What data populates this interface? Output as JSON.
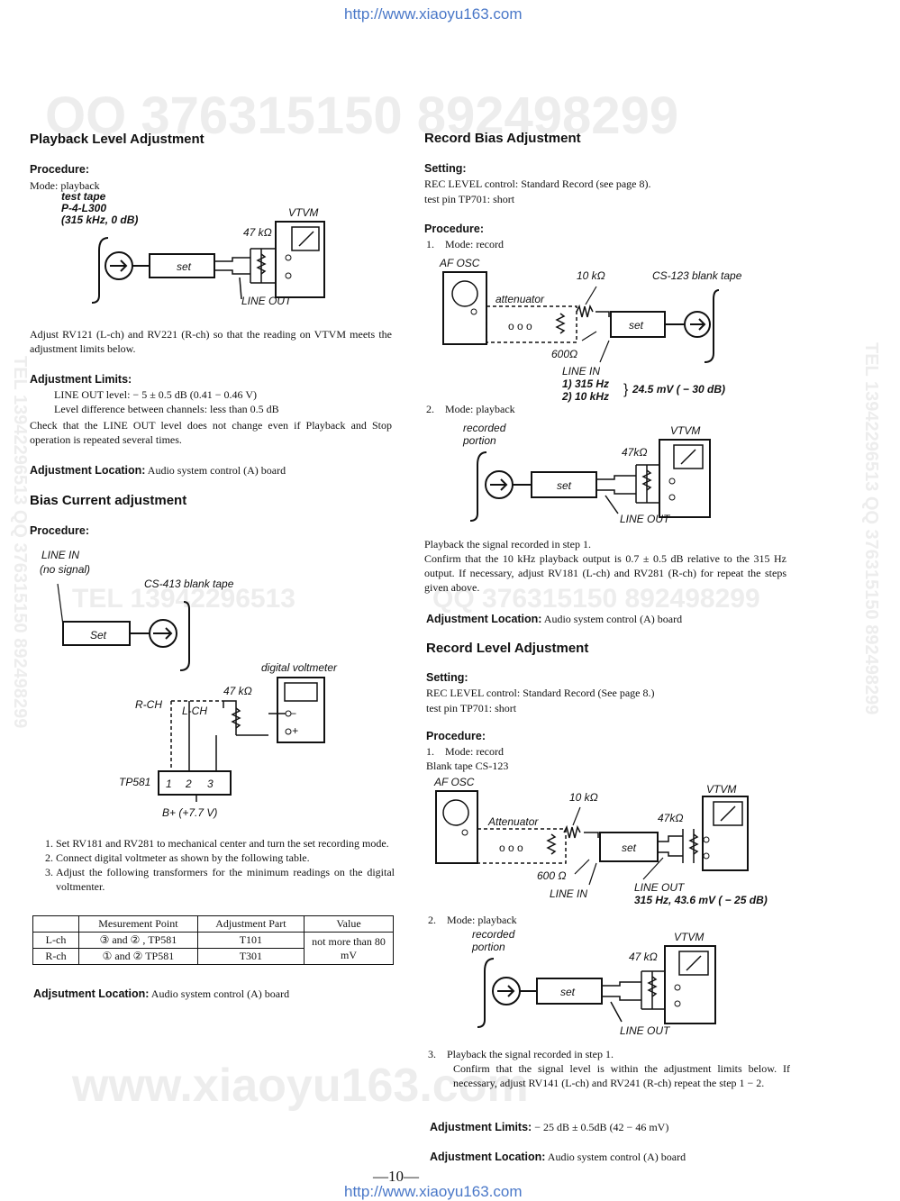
{
  "header_url": "http://www.xiaoyu163.com",
  "footer_url": "http://www.xiaoyu163.com",
  "page_number": "—10—",
  "watermarks": {
    "top": "QQ 376315150   892498299",
    "mid_left": "TEL 13942296513",
    "mid_right": "QQ 376315150  892498299",
    "bottom": "www.xiaoyu163.com",
    "side_left": "TEL 13942296513  QQ 376315150  892498299",
    "side_right": "TEL 13942296513  QQ 376315150  892498299"
  },
  "playback_level": {
    "title": "Playback Level Adjustment",
    "procedure_label": "Procedure:",
    "mode": "Mode: playback",
    "diagram": {
      "tape": "test tape",
      "tape_code": "P-4-L300",
      "tape_spec": "(315 kHz, 0 dB)",
      "vtvm": "VTVM",
      "resistor": "47 kΩ",
      "set": "set",
      "line_out": "LINE  OUT"
    },
    "body": "Adjust RV121 (L-ch) and RV221 (R-ch) so that the reading on VTVM meets the adjustment limits below.",
    "limits_label": "Adjustment Limits:",
    "limit1": "LINE OUT level: − 5 ± 0.5 dB (0.41 − 0.46 V)",
    "limit2": "Level difference between channels: less than 0.5 dB",
    "check": "Check that the LINE OUT level does not change even if Playback and Stop operation is repeated several times.",
    "location_label": "Adjustment Location:",
    "location_value": " Audio system control (A) board"
  },
  "bias_current": {
    "title": "Bias Current adjustment",
    "procedure_label": "Procedure:",
    "diagram": {
      "line_in": "LINE  IN",
      "no_signal": "(no signal)",
      "tape": "CS-413 blank tape",
      "set": "Set",
      "digital_voltmeter": "digital voltmeter",
      "resistor": "47 kΩ",
      "rch": "R-CH",
      "lch": "L-CH",
      "tp": "TP581",
      "pins": [
        "1",
        "2",
        "3"
      ],
      "minus": "−",
      "plus": "+",
      "bplus": "B+ (+7.7 V)"
    },
    "steps": [
      "Set RV181 and RV281 to mechanical center and turn the set recording mode.",
      "Connect digital voltmeter as shown by the following table.",
      "Adjust the following transformers for the minimum readings on the digital voltmenter."
    ],
    "table": {
      "headers": [
        "",
        "Mesurement Point",
        "Adjustment Part",
        "Value"
      ],
      "rows": [
        [
          "L-ch",
          "③ and ② , TP581",
          "T101"
        ],
        [
          "R-ch",
          "① and ② TP581",
          "T301"
        ]
      ],
      "value": "not more than 80 mV"
    },
    "location_label": "Adjsutment Location:",
    "location_value": " Audio system control (A) board"
  },
  "record_bias": {
    "title": "Record Bias Adjustment",
    "setting_label": "Setting:",
    "setting1": "REC LEVEL control: Standard Record (see page 8).",
    "setting2": "test pin TP701: short",
    "procedure_label": "Procedure:",
    "step1": "Mode: record",
    "diagram1": {
      "af_osc": "AF  OSC",
      "r10k": "10 kΩ",
      "tape": "CS-123 blank tape",
      "attenuator": "attenuator",
      "set": "set",
      "r600": "600Ω",
      "line_in": "LINE  IN",
      "f1": "1) 315 Hz",
      "f2": "2) 10 kHz",
      "level": "24.5 mV ( − 30 dB)"
    },
    "step2": "Mode: playback",
    "diagram2": {
      "recorded": "recorded",
      "portion": "portion",
      "vtvm": "VTVM",
      "resistor": "47kΩ",
      "set": "set",
      "line_out": "LINE  OUT"
    },
    "body1": "Playback the signal recorded in step 1.",
    "body2": "Confirm that the 10 kHz playback output is 0.7 ± 0.5 dB relative to the 315 Hz output. If necessary, adjust RV181 (L-ch) and RV281 (R-ch) for repeat the steps given above.",
    "location_label": "Adjustment Location:",
    "location_value": " Audio system control (A) board"
  },
  "record_level": {
    "title": "Record Level Adjustment",
    "setting_label": "Setting:",
    "setting1": "REC LEVEL control: Standard Record (See page 8.)",
    "setting2": "test pin TP701: short",
    "procedure_label": "Procedure:",
    "step1": "Mode: record",
    "blank_tape": "Blank tape CS-123",
    "diagram1": {
      "af_osc": "AF  OSC",
      "r10k": "10 kΩ",
      "vtvm": "VTVM",
      "attenuator": "Attenuator",
      "r47k": "47kΩ",
      "set": "set",
      "r600": "600 Ω",
      "line_in": "LINE  IN",
      "line_out": "LINE  OUT",
      "spec": "315 Hz, 43.6 mV ( − 25 dB)"
    },
    "step2": "Mode: playback",
    "diagram2": {
      "recorded": "recorded",
      "portion": "portion",
      "vtvm": "VTVM",
      "resistor": "47 kΩ",
      "set": "set",
      "line_out": "LINE  OUT"
    },
    "step3a": "Playback the signal recorded in step 1.",
    "step3b": "Confirm that the signal level is within the adjustment limits below. If necessary, adjust RV141 (L-ch) and RV241 (R-ch) repeat the step 1 − 2.",
    "limits_label": "Adjustment Limits:",
    "limits_value": "  − 25 dB ± 0.5dB (42 − 46 mV)",
    "location_label": "Adjustment Location:",
    "location_value": " Audio system control (A) board"
  }
}
